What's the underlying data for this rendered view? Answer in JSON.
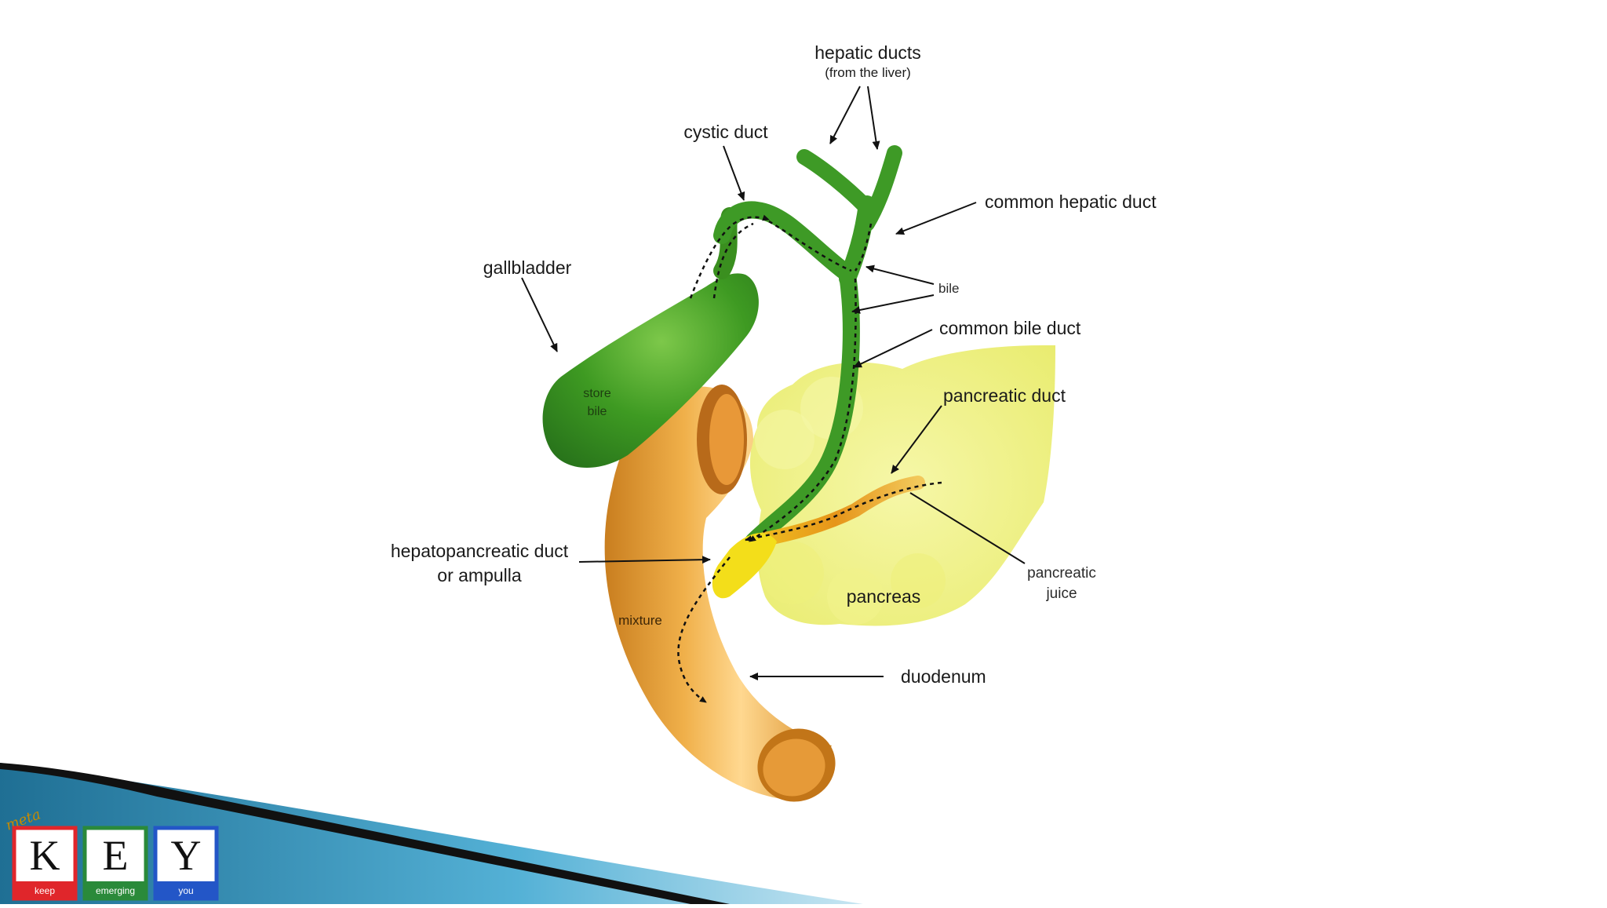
{
  "labels": {
    "hepatic_ducts": "hepatic ducts",
    "hepatic_ducts_sub": "(from the liver)",
    "cystic_duct": "cystic duct",
    "common_hepatic_duct": "common hepatic duct",
    "gallbladder": "gallbladder",
    "bile": "bile",
    "common_bile_duct": "common bile duct",
    "pancreatic_duct": "pancreatic duct",
    "store_bile_line1": "store",
    "store_bile_line2": "bile",
    "hepatopancreatic_line1": "hepatopancreatic duct",
    "hepatopancreatic_line2": "or ampulla",
    "pancreas": "pancreas",
    "pancreatic_juice_line1": "pancreatic",
    "pancreatic_juice_line2": "juice",
    "mixture": "mixture",
    "duodenum": "duodenum"
  },
  "logo": {
    "tag": "meta",
    "letters": [
      {
        "letter": "K",
        "word": "keep",
        "color": "#e0262b"
      },
      {
        "letter": "E",
        "word": "emerging",
        "color": "#2a8a3a"
      },
      {
        "letter": "Y",
        "word": "you",
        "color": "#2356c7"
      }
    ]
  },
  "colors": {
    "duct_green": "#3e9a26",
    "gallbladder_green": "#3a8f1f",
    "duodenum_orange": "#e8a33a",
    "pancreas_yellow": "#f1f28a",
    "pancreatic_duct_orange": "#e59a1c",
    "ampulla_yellow": "#f3de1a",
    "banner_blue": "#2f8db8"
  }
}
